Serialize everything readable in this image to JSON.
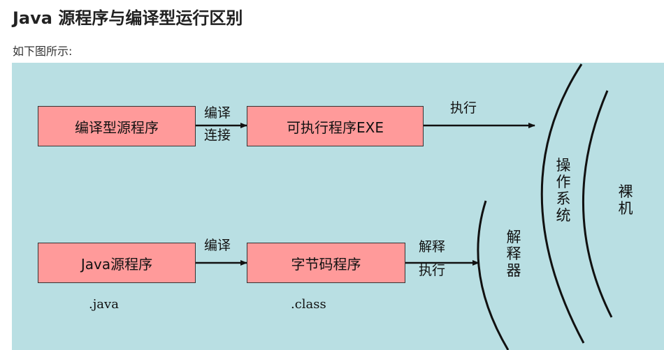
{
  "heading": "Java 源程序与编译型运行区别",
  "intro": "如下图所示:",
  "diagram": {
    "top_row": {
      "source_box": "编译型源程序",
      "compile_link_label_1": "编译",
      "compile_link_label_2": "连接",
      "exe_box": "可执行程序EXE",
      "execute_label": "执行"
    },
    "bottom_row": {
      "java_source_box": "Java源程序",
      "compile_label": "编译",
      "bytecode_box": "字节码程序",
      "interpret_label": "解释",
      "execute_label": "执行",
      "java_ext": ".java",
      "class_ext": ".class"
    },
    "layers": {
      "interpreter": "解释器",
      "operating_system": "操作系统",
      "bare_machine": "裸机"
    }
  }
}
